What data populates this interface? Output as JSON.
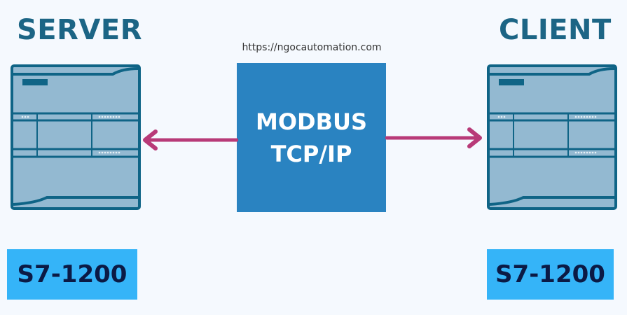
{
  "url": "https://ngocautomation.com",
  "server": {
    "title": "SERVER",
    "model": "S7-1200",
    "icon": "plc-icon"
  },
  "client": {
    "title": "CLIENT",
    "model": "S7-1200",
    "icon": "plc-icon"
  },
  "protocol": {
    "line1": "MODBUS",
    "line2": "TCP/IP"
  },
  "arrows": {
    "left": "arrow-left-icon",
    "right": "arrow-right-icon"
  },
  "colors": {
    "background": "#f5f9fe",
    "title": "#1c6585",
    "plc_fill": "#93b9d1",
    "plc_stroke": "#0f6486",
    "protocol_box": "#2a83c1",
    "arrow": "#b83a78",
    "model_box": "#35b4f8",
    "model_text": "#0b1a45"
  }
}
